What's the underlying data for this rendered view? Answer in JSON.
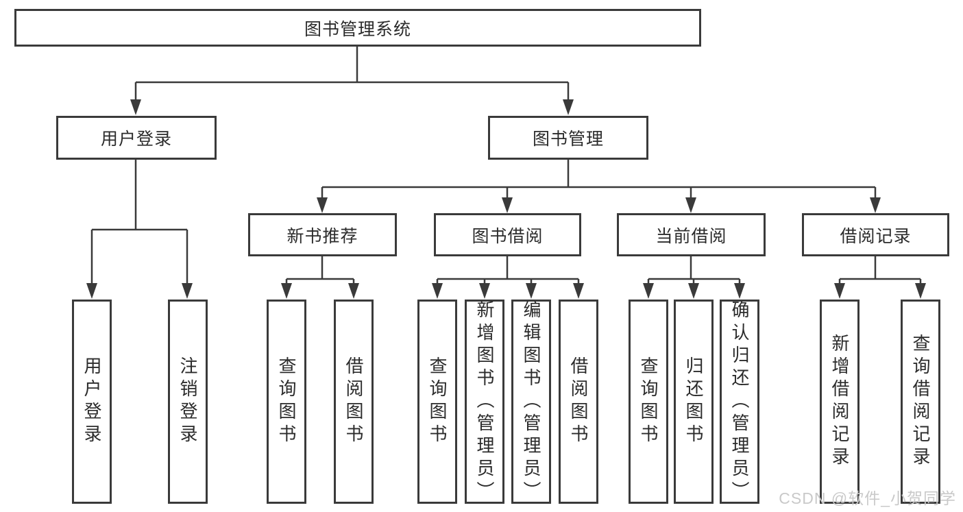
{
  "diagram": {
    "root": {
      "label": "图书管理系统"
    },
    "level2": [
      {
        "label": "用户登录"
      },
      {
        "label": "图书管理"
      }
    ],
    "level3": [
      {
        "label": "新书推荐"
      },
      {
        "label": "图书借阅"
      },
      {
        "label": "当前借阅"
      },
      {
        "label": "借阅记录"
      }
    ],
    "leaves": [
      {
        "parent": "用户登录",
        "label": "用户登录"
      },
      {
        "parent": "用户登录",
        "label": "注销登录"
      },
      {
        "parent": "新书推荐",
        "label": "查询图书"
      },
      {
        "parent": "新书推荐",
        "label": "借阅图书"
      },
      {
        "parent": "图书借阅",
        "label": "查询图书"
      },
      {
        "parent": "图书借阅",
        "label": "新增图书（管理员）"
      },
      {
        "parent": "图书借阅",
        "label": "编辑图书（管理员）"
      },
      {
        "parent": "图书借阅",
        "label": "借阅图书"
      },
      {
        "parent": "当前借阅",
        "label": "查询图书"
      },
      {
        "parent": "当前借阅",
        "label": "归还图书"
      },
      {
        "parent": "当前借阅",
        "label": "确认归还（管理员）"
      },
      {
        "parent": "借阅记录",
        "label": "新增借阅记录"
      },
      {
        "parent": "借阅记录",
        "label": "查询借阅记录"
      }
    ],
    "watermark": "CSDN @软件_小贺同学",
    "colors": {
      "line": "#3a3a3a",
      "text": "#2b2b2b",
      "background": "#ffffff",
      "watermark": "#c9c9c9"
    }
  }
}
